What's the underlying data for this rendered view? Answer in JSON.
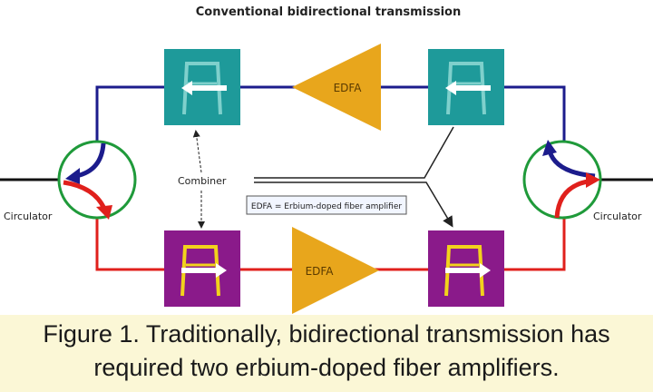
{
  "diagram": {
    "title": "Conventional bidirectional transmission",
    "labels": {
      "edfa_top": "EDFA",
      "edfa_bottom": "EDFA",
      "combiner": "Combiner",
      "circulator_left": "Circulator",
      "circulator_right": "Circulator",
      "legend": "EDFA = Erbium-doped fiber amplifier"
    },
    "colors": {
      "upper_path": "#1c1c8c",
      "lower_path": "#e0201c",
      "fiber": "#111111",
      "circulator_ring": "#1f9a3a",
      "top_filter_box": "#1e9a9a",
      "bottom_filter_box": "#8a1a8a",
      "amplifier": "#e8a61c",
      "top_filter_symbol": "#7fd0cc",
      "bottom_filter_symbol": "#f2d21c"
    },
    "icons": [
      "filter-icon",
      "amplifier-triangle",
      "circulator-symbol",
      "arrow-left",
      "arrow-right"
    ]
  },
  "caption": {
    "line1": "Figure 1. Traditionally, bidirectional transmission has",
    "line2": "required two erbium-doped fiber amplifiers."
  }
}
